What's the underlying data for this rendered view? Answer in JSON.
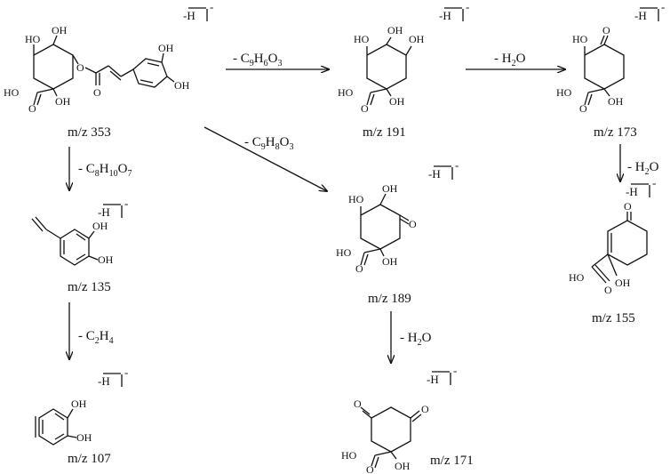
{
  "compounds": {
    "c353": {
      "mz": "m/z 353"
    },
    "c191": {
      "mz": "m/z 191"
    },
    "c173": {
      "mz": "m/z 173"
    },
    "c189": {
      "mz": "m/z 189"
    },
    "c155": {
      "mz": "m/z 155"
    },
    "c135": {
      "mz": "m/z 135"
    },
    "c107": {
      "mz": "m/z 107"
    },
    "c171": {
      "mz": "m/z 171"
    }
  },
  "losses": {
    "to191": {
      "prefix": "- C",
      "parts": [
        "9",
        "H",
        "6",
        "O",
        "3"
      ]
    },
    "to189": {
      "prefix": "- C",
      "parts": [
        "9",
        "H",
        "8",
        "O",
        "3"
      ]
    },
    "to135": {
      "prefix": "- C",
      "parts": [
        "8",
        "H",
        "10",
        "O",
        "7"
      ]
    },
    "to107": {
      "prefix": "- C",
      "parts": [
        "2",
        "H",
        "4"
      ]
    },
    "to173": {
      "prefix": "- H",
      "parts": [
        "2",
        "O"
      ]
    },
    "to155": {
      "prefix": "- H",
      "parts": [
        "2",
        "O"
      ]
    },
    "to171": {
      "prefix": "- H",
      "parts": [
        "2",
        "O"
      ]
    }
  },
  "atoms": {
    "OH": "OH",
    "HO": "HO",
    "O": "O"
  },
  "ion_label": {
    "body": "-H",
    "charge": "-"
  }
}
